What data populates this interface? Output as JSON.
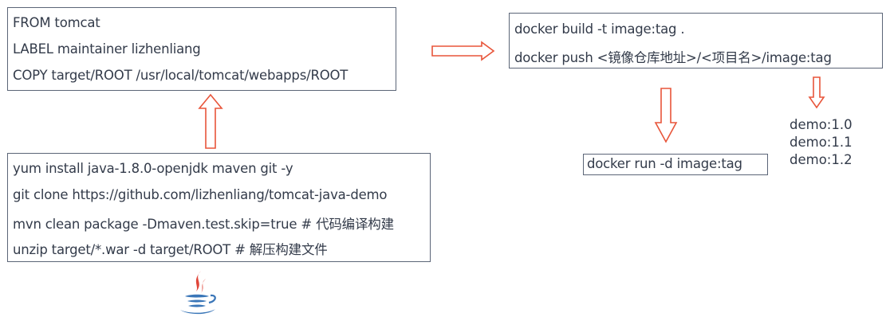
{
  "dockerfile_box": {
    "lines": [
      "FROM tomcat",
      "LABEL maintainer lizhenliang",
      "COPY target/ROOT /usr/local/tomcat/webapps/ROOT"
    ]
  },
  "build_box": {
    "lines": [
      "yum install java-1.8.0-openjdk maven git -y",
      "git clone https://github.com/lizhenliang/tomcat-java-demo",
      "mvn clean package -Dmaven.test.skip=true   # 代码编译构建",
      "unzip target/*.war -d target/ROOT  # 解压构建文件"
    ]
  },
  "docker_box": {
    "lines": [
      "docker build -t image:tag .",
      "docker push <镜像仓库地址>/<项目名>/image:tag"
    ]
  },
  "run_box": {
    "line": "docker run -d image:tag"
  },
  "tags": [
    "demo:1.0",
    "demo:1.1",
    "demo:1.2"
  ],
  "colors": {
    "arrow": "#e8553a",
    "border": "#5b6577",
    "text": "#333b4a"
  },
  "icons": {
    "java_logo": "java-logo-icon"
  }
}
